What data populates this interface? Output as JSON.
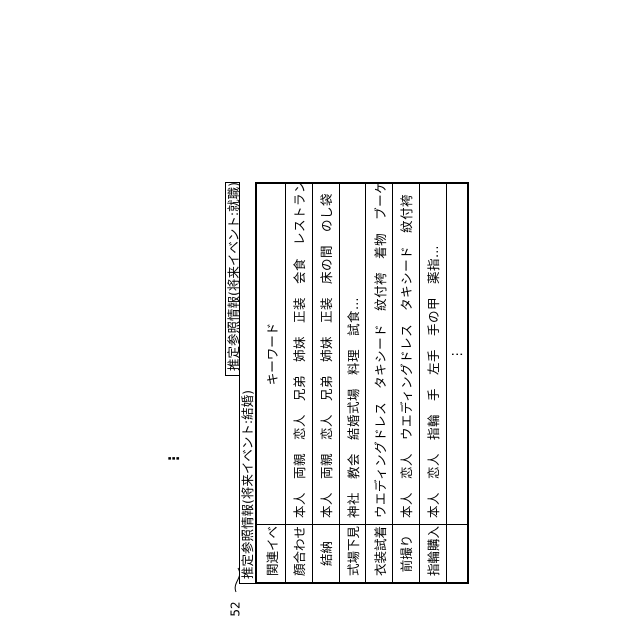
{
  "figure": {
    "reference_number": "52",
    "sheets": {
      "back_label": "推定参照情報(将来イベント:就職)",
      "mid_label": "推定参照情報(将来イベント:結婚)",
      "more_sheets_marker": "⋮"
    },
    "table": {
      "header_event": "関連イベント",
      "header_keyword": "キーワード",
      "rows": [
        {
          "event": "顔合わせ",
          "keywords": "本人　両親　恋人　兄弟　姉妹　正装　会食　レストラン　料亭　お酒…"
        },
        {
          "event": "結納",
          "keywords": "本人　両親　恋人　兄弟　姉妹　正装　床の間　のし袋　昆布　するめ　扇子…"
        },
        {
          "event": "式場下見",
          "keywords": "神社　教会　結婚式場　料理　試食…"
        },
        {
          "event": "衣装試着",
          "keywords": "ウエディングドレス　タキシード　紋付袴　着物　ブーケ　鏡　スタッフ…"
        },
        {
          "event": "前撮り",
          "keywords": "本人　恋人　ウエディングドレス　タキシード　紋付袴　着物　スタジオ　屋外…"
        },
        {
          "event": "指輪購入",
          "keywords": "本人　恋人　指輪　手　左手　手の甲　薬指…"
        }
      ],
      "more_rows_marker": "⋮"
    }
  }
}
